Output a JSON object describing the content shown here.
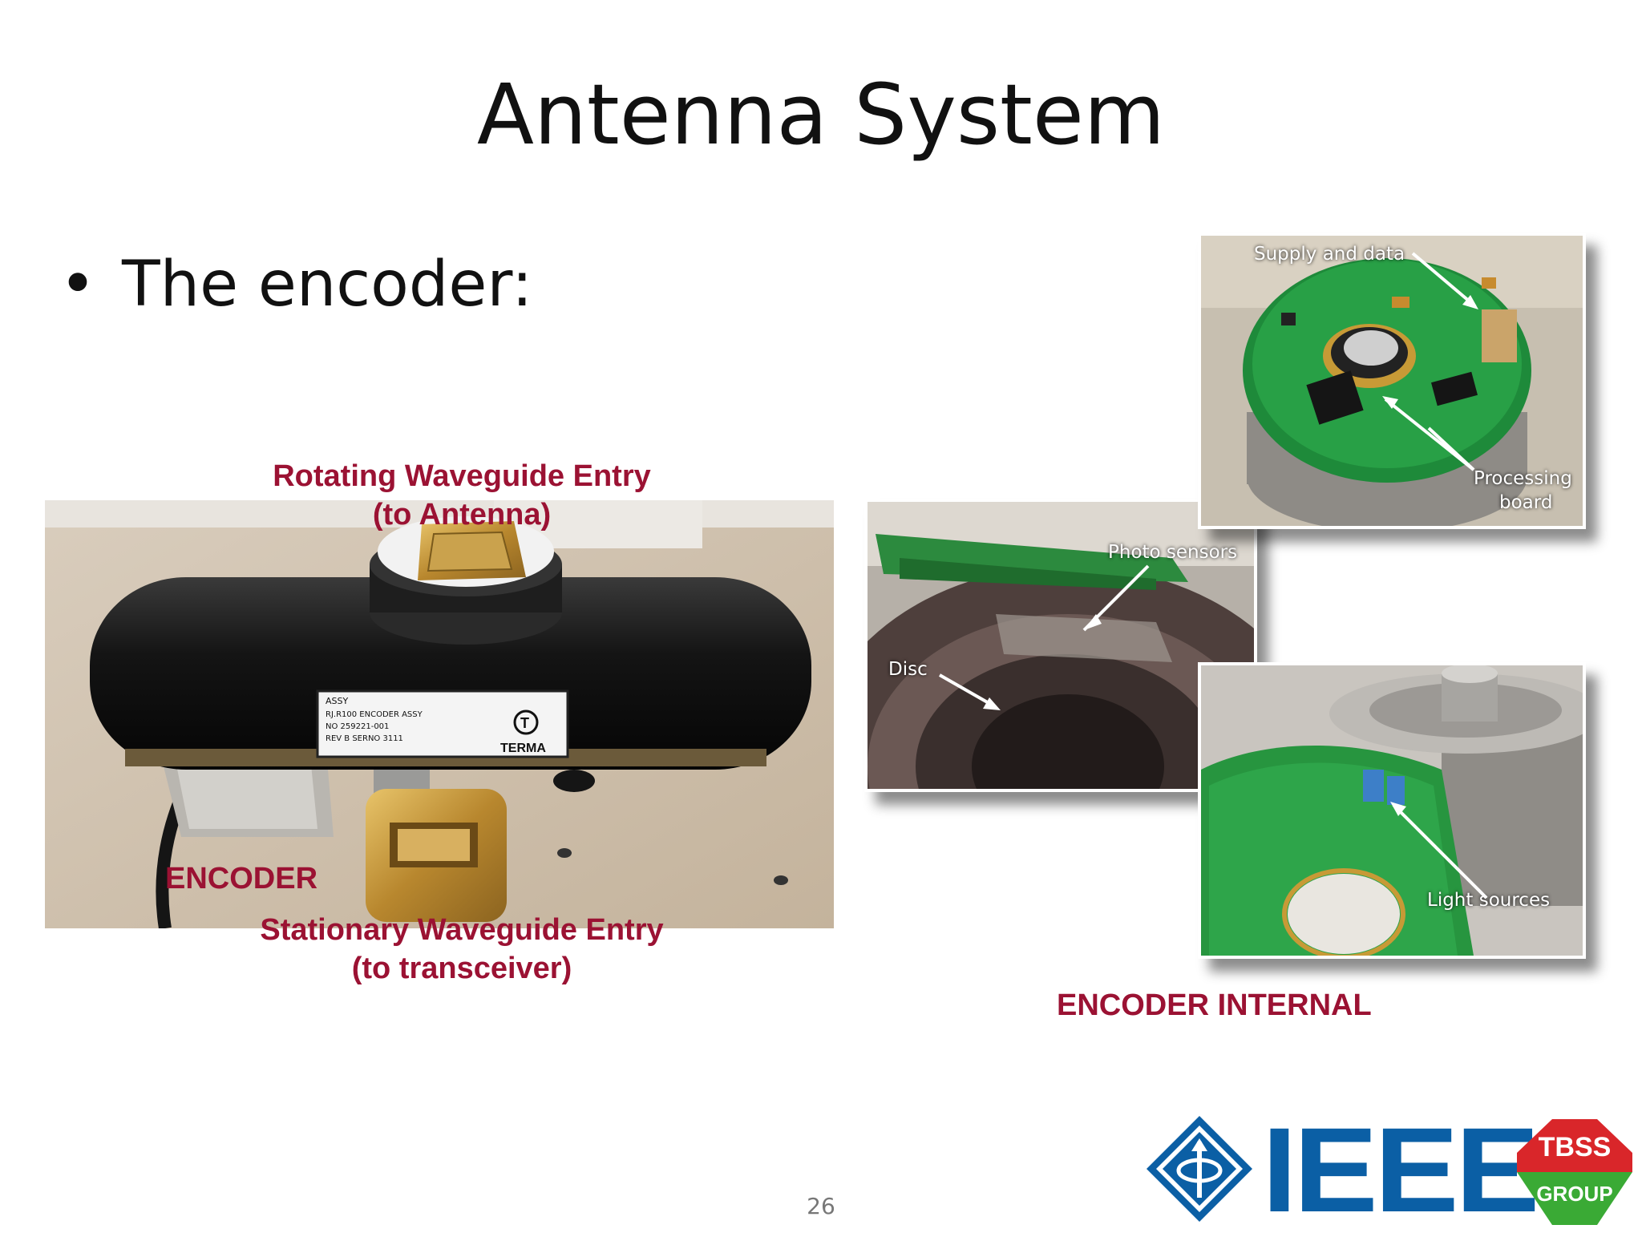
{
  "slide": {
    "title": "Antenna System",
    "bullet": "The encoder:",
    "page_number": "26"
  },
  "labels": {
    "rotating_line1": "Rotating Waveguide Entry",
    "rotating_line2": "(to Antenna)",
    "encoder": "ENCODER",
    "stationary_line1": "Stationary Waveguide Entry",
    "stationary_line2": "(to transceiver)",
    "encoder_internal": "ENCODER INTERNAL"
  },
  "encoder_photo": {
    "nameplate": {
      "line1": "ASSY",
      "line2": "RJ.R100 ENCODER ASSY",
      "line3": "NO  259221-001",
      "line4": "REV  B     SERNO 3111",
      "brand": "TERMA"
    }
  },
  "internal_photos": {
    "top_annotations": [
      "Supply and data",
      "Processing",
      "board"
    ],
    "left_annotations": [
      "Photo sensors",
      "Disc"
    ],
    "bottom_annotations": [
      "Light sources"
    ]
  },
  "logos": {
    "ieee": "IEEE",
    "tbss_line1": "TBSS",
    "tbss_line2": "GROUP"
  },
  "colors": {
    "label_red": "#9b1233",
    "ieee_blue": "#0b5fa5",
    "tbss_red": "#d9262a",
    "tbss_green": "#3aaa35"
  }
}
